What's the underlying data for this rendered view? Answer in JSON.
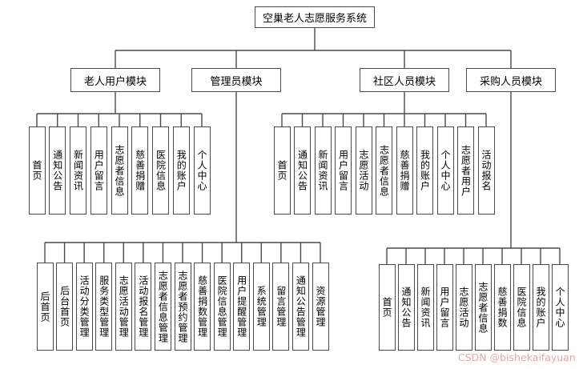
{
  "watermark": "CSDN @bishekaifayuan",
  "colors": {
    "line": "#4a4a4a",
    "box_border": "#4a4a4a",
    "box_fill": "#ffffff",
    "text": "#000000",
    "watermark": "#e2a9a5"
  },
  "chart_data": {
    "type": "tree-diagram",
    "root": "空巢老人志愿服务系统",
    "modules": [
      {
        "label": "老人用户模块",
        "children": [
          "首页",
          "通知公告",
          "新闻资讯",
          "用户留言",
          "志愿者信息",
          "慈善捐赠",
          "医院信息",
          "我的账户",
          "个人中心"
        ]
      },
      {
        "label": "管理员模块",
        "children": [
          "后首页",
          "后台首页",
          "活动分类管理",
          "服务类型管理",
          "志愿活动管理",
          "活动报名管理",
          "志愿者信息管理",
          "志愿者预约管理",
          "慈善捐数管理",
          "医院信息管理",
          "用户提醒管理",
          "系统管理",
          "留言管理",
          "通知公告管理",
          "资源管理"
        ]
      },
      {
        "label": "社区人员模块",
        "children": [
          "首页",
          "通知公告",
          "新闻资讯",
          "用户留言",
          "志愿活动",
          "志愿者信息",
          "慈善捐赠",
          "我的账户",
          "个人中心",
          "志愿者用户",
          "活动报名"
        ]
      },
      {
        "label": "采购人员模块",
        "children": [
          "首页",
          "通知公告",
          "新闻资讯",
          "用户留言",
          "志愿活动",
          "志愿者信息",
          "慈善捐数",
          "医院信息",
          "我的账户",
          "个人中心"
        ]
      }
    ]
  }
}
